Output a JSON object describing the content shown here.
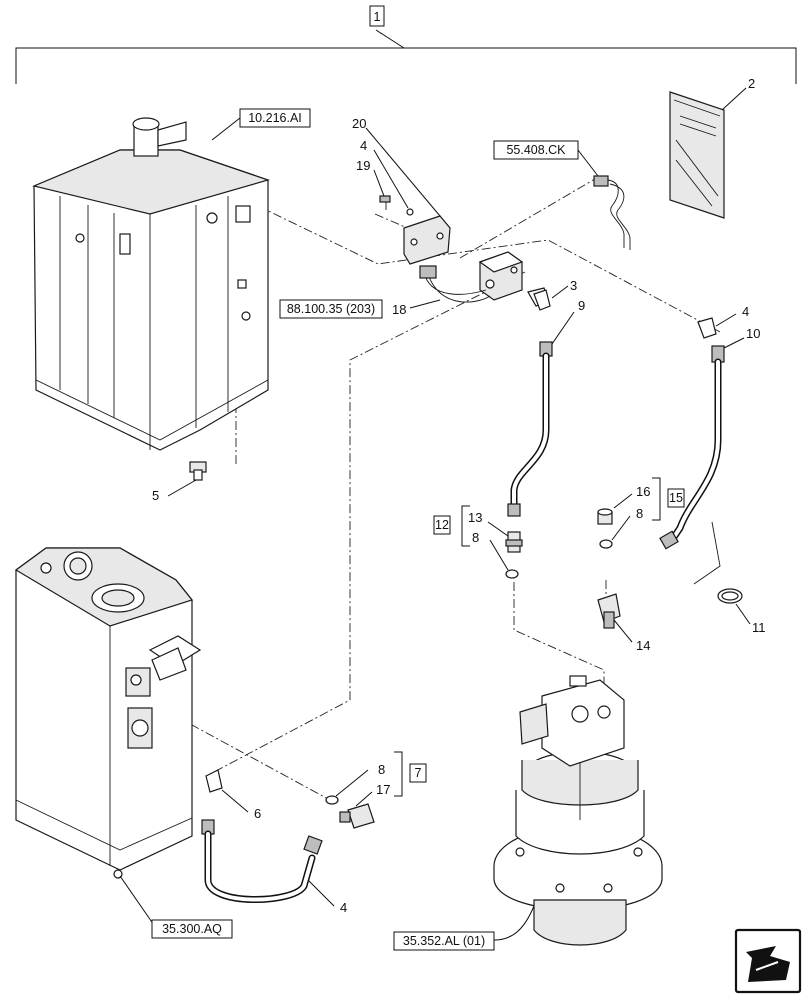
{
  "references": {
    "assembly": "1",
    "tank_upper": "10.216.AI",
    "sensor_ref": "55.408.CK",
    "valve_ref": "88.100.35 (203)",
    "tank_lower": "35.300.AQ",
    "motor_ref": "35.352.AL (01)",
    "kit_12": "12",
    "kit_15": "15",
    "kit_7": "7"
  },
  "callouts": [
    "2",
    "3",
    "4",
    "4",
    "4",
    "5",
    "6",
    "8",
    "8",
    "8",
    "9",
    "10",
    "11",
    "13",
    "14",
    "16",
    "17",
    "18",
    "19",
    "20"
  ],
  "icons": {
    "nav": "arrow-next-icon",
    "manual": "manual-icon"
  }
}
